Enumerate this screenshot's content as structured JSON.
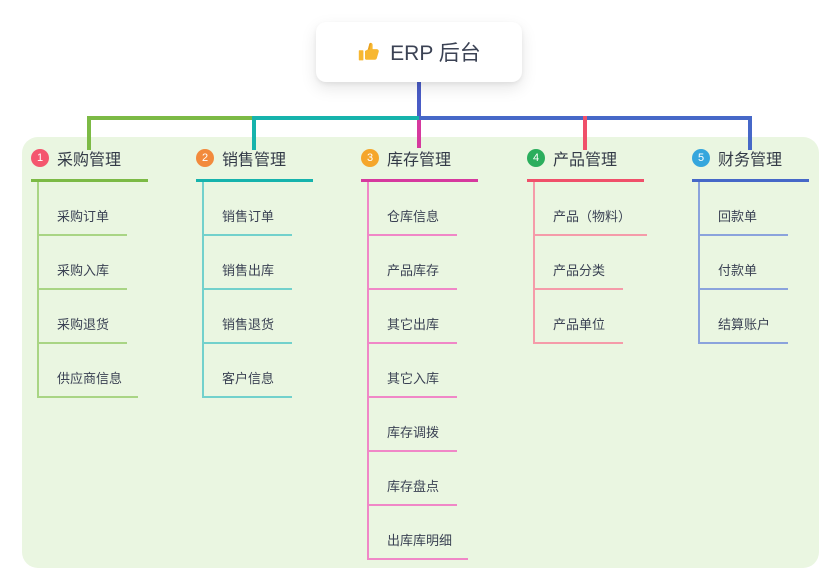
{
  "root": {
    "label": "ERP 后台",
    "icon": "thumbs-up-icon",
    "icon_color": "#f7b731"
  },
  "colors": {
    "root_line": "#4a5cc6",
    "panel_bg": "#eaf6e1",
    "node_bg": "#ffffff",
    "text": "#3b4254"
  },
  "branches": [
    {
      "index": "1",
      "title": "采购管理",
      "badge_color": "#f4566e",
      "line_color": "#7cba45",
      "child_line_color": "#a9d584",
      "children": [
        "采购订单",
        "采购入库",
        "采购退货",
        "供应商信息"
      ]
    },
    {
      "index": "2",
      "title": "销售管理",
      "badge_color": "#f28a3c",
      "line_color": "#16b3ac",
      "child_line_color": "#72d1cc",
      "children": [
        "销售订单",
        "销售出库",
        "销售退货",
        "客户信息"
      ]
    },
    {
      "index": "3",
      "title": "库存管理",
      "badge_color": "#f5a62b",
      "line_color": "#d6399e",
      "child_line_color": "#f087c7",
      "children": [
        "仓库信息",
        "产品库存",
        "其它出库",
        "其它入库",
        "库存调拨",
        "库存盘点",
        "出库库明细"
      ]
    },
    {
      "index": "4",
      "title": "产品管理",
      "badge_color": "#2bae5d",
      "line_color": "#f0506a",
      "child_line_color": "#f59ba9",
      "children": [
        "产品（物料）",
        "产品分类",
        "产品单位"
      ]
    },
    {
      "index": "5",
      "title": "财务管理",
      "badge_color": "#35a6dd",
      "line_color": "#4668c8",
      "child_line_color": "#8ba3dc",
      "children": [
        "回款单",
        "付款单",
        "结算账户"
      ]
    }
  ]
}
